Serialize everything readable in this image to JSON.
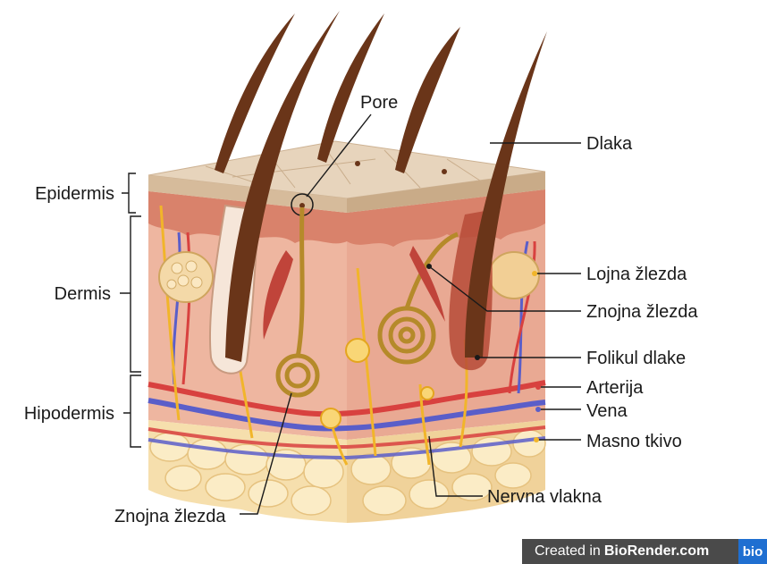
{
  "labels": {
    "pore": "Pore",
    "dlaka": "Dlaka",
    "epidermis": "Epidermis",
    "dermis": "Dermis",
    "hipodermis": "Hipodermis",
    "lojna_zlezda": "Lojna žlezda",
    "znojna_zlezda_right": "Znojna žlezda",
    "folikul_dlake": "Folikul dlake",
    "arterija": "Arterija",
    "vena": "Vena",
    "masno_tkivo": "Masno tkivo",
    "nervna_vlakna": "Nervna vlakna",
    "znojna_zlezda_bottom": "Znojna žlezda"
  },
  "watermark": {
    "prefix": "Created in",
    "brand": "BioRender.com",
    "logo": "bio"
  },
  "colors": {
    "epidermis": "#dcc2a4",
    "dermis": "#eeb6a0",
    "hypodermis": "#f6dfad",
    "hair": "#6a3519",
    "artery": "#d8413f",
    "vein": "#5a5ec9",
    "nerve": "#f1b52a",
    "sweat_gland": "#b58a2a",
    "badge_bg": "#4a4a4a",
    "logo_bg": "#1f6fd1"
  }
}
